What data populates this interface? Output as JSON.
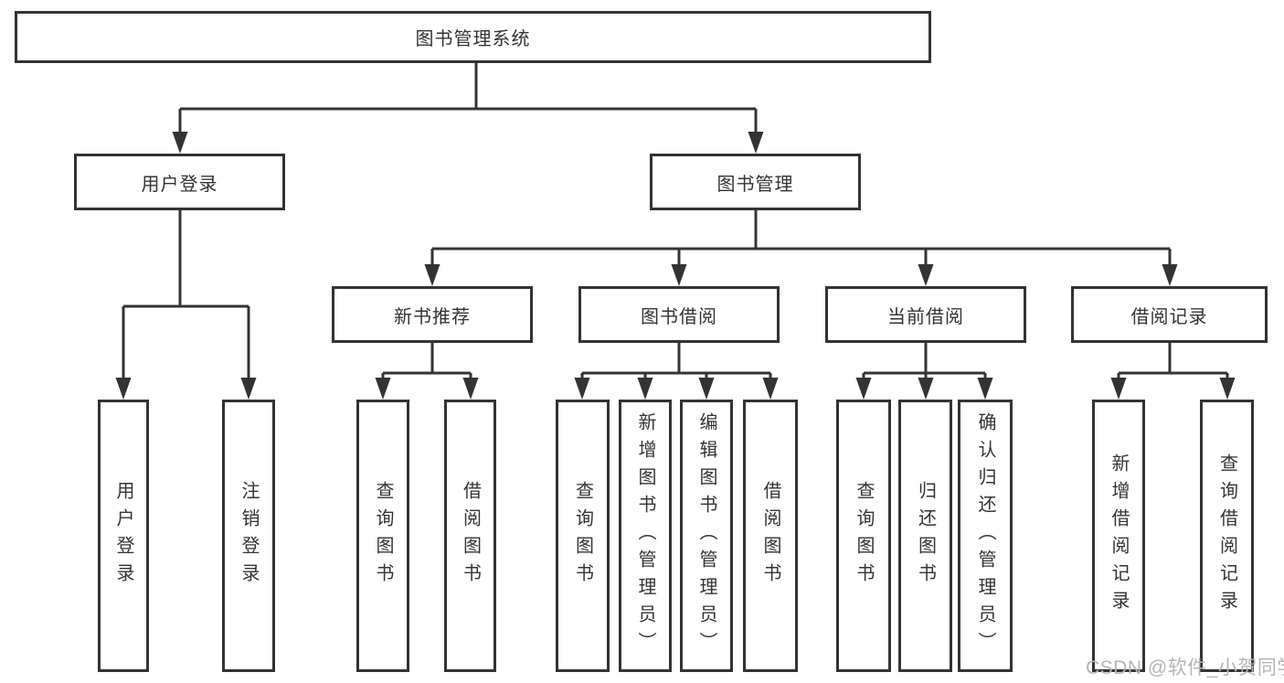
{
  "colors": {
    "line": "#333333",
    "text": "#333333",
    "box_fill": "#ffffff",
    "background": "#ffffff",
    "watermark": "#b5b5b5"
  },
  "watermark": {
    "text": "CSDN @软件_小贺同学"
  },
  "diagram": {
    "type": "tree",
    "root": {
      "label": "图书管理系统"
    },
    "user_branch": {
      "label": "用户登录",
      "children": [
        {
          "label": "用户登录"
        },
        {
          "label": "注销登录"
        }
      ]
    },
    "book_branch": {
      "label": "图书管理",
      "groups": [
        {
          "label": "新书推荐",
          "children": [
            {
              "label": "查询图书"
            },
            {
              "label": "借阅图书"
            }
          ]
        },
        {
          "label": "图书借阅",
          "children": [
            {
              "label": "查询图书"
            },
            {
              "label": "新增图书（管理员）"
            },
            {
              "label": "编辑图书（管理员）"
            },
            {
              "label": "借阅图书"
            }
          ]
        },
        {
          "label": "当前借阅",
          "children": [
            {
              "label": "查询图书"
            },
            {
              "label": "归还图书"
            },
            {
              "label": "确认归还（管理员）"
            }
          ]
        },
        {
          "label": "借阅记录",
          "children": [
            {
              "label": "新增借阅记录"
            },
            {
              "label": "查询借阅记录"
            }
          ]
        }
      ]
    }
  }
}
